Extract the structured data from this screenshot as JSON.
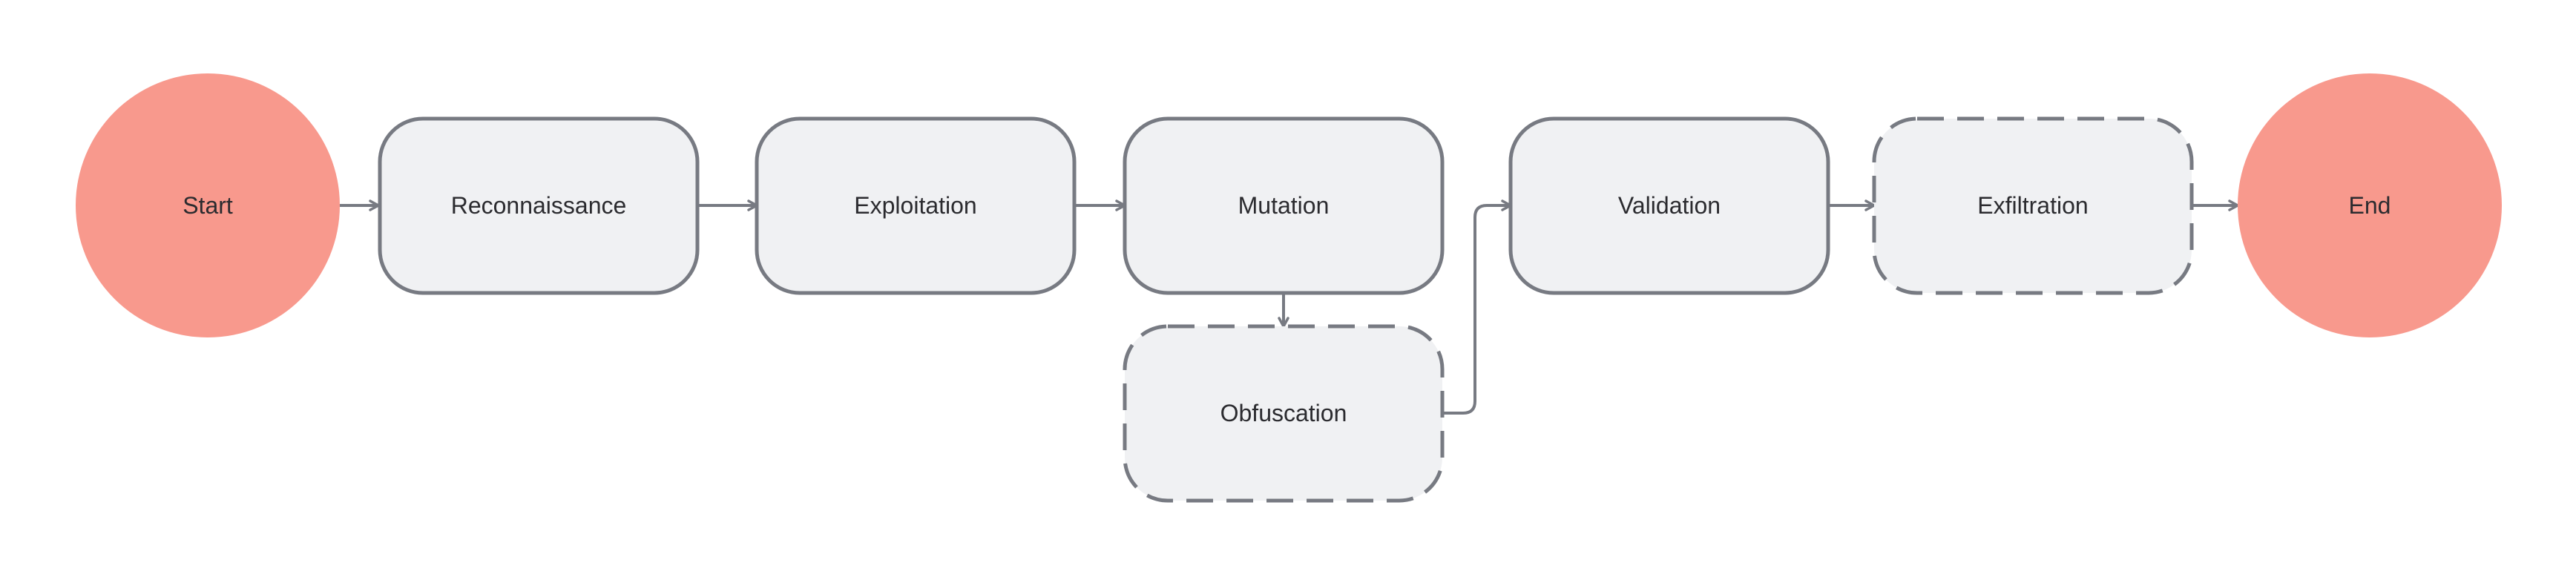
{
  "diagram": {
    "colors": {
      "terminal_fill": "#f8998d",
      "step_fill": "#f0f1f3",
      "stroke": "#777a82",
      "text": "#2b2b2f",
      "background": "#ffffff"
    },
    "nodes": {
      "start": {
        "label": "Start",
        "shape": "circle"
      },
      "reconnaissance": {
        "label": "Reconnaissance",
        "shape": "rounded-rect",
        "border": "solid"
      },
      "exploitation": {
        "label": "Exploitation",
        "shape": "rounded-rect",
        "border": "solid"
      },
      "mutation": {
        "label": "Mutation",
        "shape": "rounded-rect",
        "border": "solid"
      },
      "obfuscation": {
        "label": "Obfuscation",
        "shape": "rounded-rect",
        "border": "dashed"
      },
      "validation": {
        "label": "Validation",
        "shape": "rounded-rect",
        "border": "solid"
      },
      "exfiltration": {
        "label": "Exfiltration",
        "shape": "rounded-rect",
        "border": "dashed"
      },
      "end": {
        "label": "End",
        "shape": "circle"
      }
    },
    "edges": [
      {
        "from": "start",
        "to": "reconnaissance"
      },
      {
        "from": "reconnaissance",
        "to": "exploitation"
      },
      {
        "from": "exploitation",
        "to": "mutation"
      },
      {
        "from": "mutation",
        "to": "obfuscation"
      },
      {
        "from": "obfuscation",
        "to": "validation"
      },
      {
        "from": "validation",
        "to": "exfiltration"
      },
      {
        "from": "exfiltration",
        "to": "end"
      }
    ]
  }
}
